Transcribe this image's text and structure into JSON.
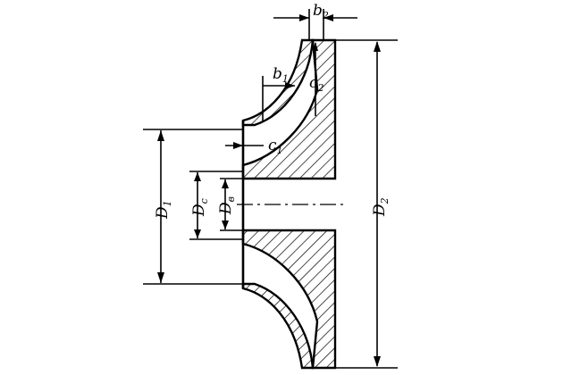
{
  "title": "Impeller cross-section with main dimensions",
  "labels": {
    "b2": {
      "main": "b",
      "sub": "2"
    },
    "b1": {
      "main": "b",
      "sub": "1"
    },
    "c2": {
      "main": "c",
      "sub": "2"
    },
    "c1": {
      "main": "c",
      "sub": "1"
    },
    "D1": {
      "main": "D",
      "sub": "1"
    },
    "Dc": {
      "main": "D",
      "sub": "c"
    },
    "Dv": {
      "main": "D",
      "sub": "в"
    },
    "D2": {
      "main": "D",
      "sub": "2"
    }
  }
}
